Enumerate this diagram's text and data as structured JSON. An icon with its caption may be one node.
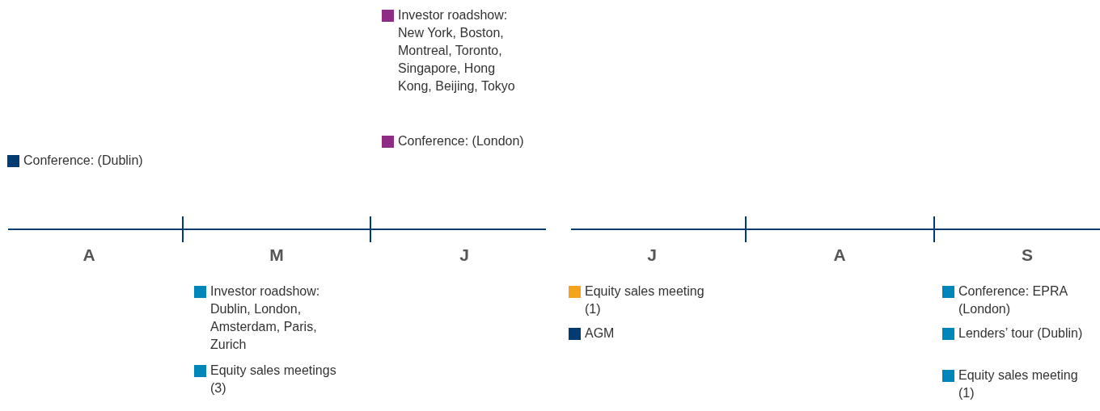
{
  "diagram": {
    "labels": [
      "A",
      "M",
      "J",
      "J",
      "A",
      "S"
    ],
    "legend": [
      {
        "text": "Investor roadshow: New York, Boston, Montreal, Toronto, Singapore, Hong Kong, Beijing, Tokyo",
        "color": "#8e2c86"
      },
      {
        "text": "Conference: (Dublin)",
        "color": "#003b71"
      },
      {
        "text": "Conference: (London)",
        "color": "#8e2c86"
      },
      {
        "text": "Investor roadshow: Dublin, London, Amsterdam, Paris, Zurich",
        "color": "#0086b9"
      },
      {
        "text": "Equity sales meetings (3)",
        "color": "#0086b9"
      },
      {
        "text": "Equity sales meeting (1)",
        "color": "#f5a31d"
      },
      {
        "text": "AGM",
        "color": "#003b71"
      },
      {
        "text": "Conference: EPRA (London)",
        "color": "#0086b9"
      },
      {
        "text": "Lenders’ tour (Dublin)",
        "color": "#0086b9"
      },
      {
        "text": "Equity sales meeting (1)",
        "color": "#0086b9"
      }
    ]
  }
}
